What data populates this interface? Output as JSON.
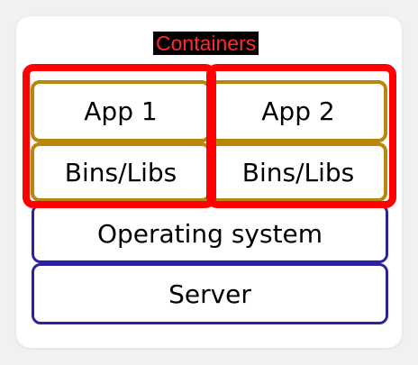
{
  "diagram": {
    "title": "Containers",
    "stack": {
      "server": "Server",
      "operating_system": "Operating system",
      "containers": [
        {
          "app": "App 1",
          "libs": "Bins/Libs"
        },
        {
          "app": "App 2",
          "libs": "Bins/Libs"
        }
      ]
    },
    "colors": {
      "container_outline": "#ff0000",
      "app_layer_border": "#b8860b",
      "infra_layer_border": "#2a22a0",
      "title_text": "#ff2a2a",
      "title_background": "#000000"
    }
  }
}
